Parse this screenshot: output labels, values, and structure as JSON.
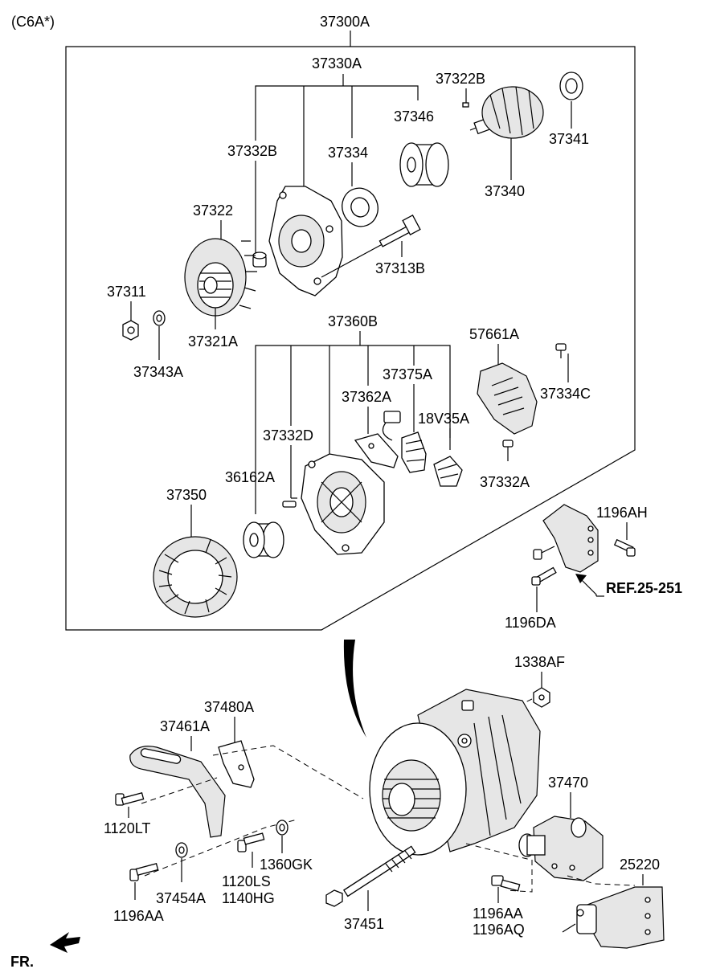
{
  "variant": "(C6A*)",
  "labels": {
    "assembly": "37300A",
    "p37330A": "37330A",
    "p37322B": "37322B",
    "p37346": "37346",
    "p37341": "37341",
    "p37340": "37340",
    "p37332B": "37332B",
    "p37334": "37334",
    "p37322": "37322",
    "p37313B": "37313B",
    "p37311": "37311",
    "p37321A": "37321A",
    "p37343A": "37343A",
    "p37360B": "37360B",
    "p57661A": "57661A",
    "p37334C": "37334C",
    "p37375A": "37375A",
    "p37362A": "37362A",
    "p18V35A": "18V35A",
    "p37332D": "37332D",
    "p36162A": "36162A",
    "p37332A": "37332A",
    "p37350": "37350",
    "p1196AH": "1196AH",
    "ref": "REF.25-251",
    "p1196DA": "1196DA",
    "p1338AF": "1338AF",
    "p37480A": "37480A",
    "p37461A": "37461A",
    "p1120LT": "1120LT",
    "p37470": "37470",
    "p1360GK": "1360GK",
    "p1120LS": "1120LS",
    "p1140HG": "1140HG",
    "p25220": "25220",
    "p37454A": "37454A",
    "p1196AA_left": "1196AA",
    "p37451": "37451",
    "p1196AA_right": "1196AA",
    "p1196AQ": "1196AQ",
    "fr": "FR."
  }
}
